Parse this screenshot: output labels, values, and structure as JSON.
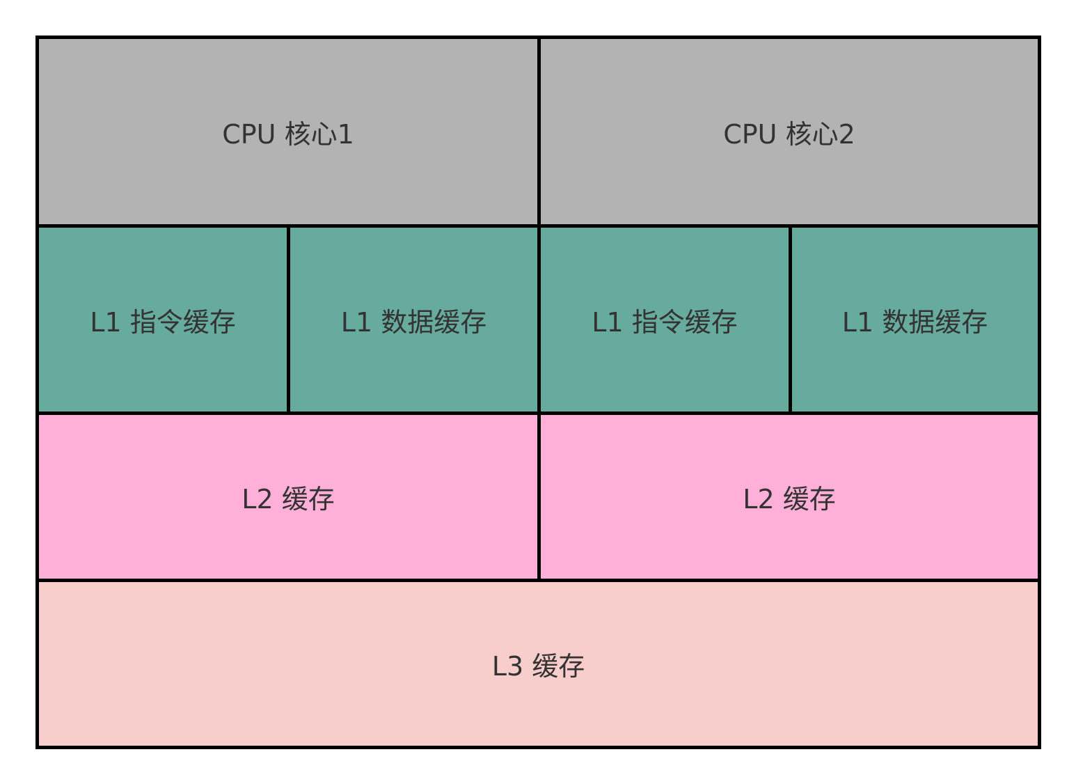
{
  "cpu_cores": [
    {
      "label": "CPU 核心1"
    },
    {
      "label": "CPU 核心2"
    }
  ],
  "l1_caches": [
    {
      "label": "L1 指令缓存"
    },
    {
      "label": "L1 数据缓存"
    },
    {
      "label": "L1 指令缓存"
    },
    {
      "label": "L1 数据缓存"
    }
  ],
  "l2_caches": [
    {
      "label": "L2 缓存"
    },
    {
      "label": "L2 缓存"
    }
  ],
  "l3_cache": {
    "label": "L3 缓存"
  },
  "colors": {
    "cpu_fill": "#b3b3b3",
    "l1_fill": "#67ab9f",
    "l2_fill": "#ffb0d8",
    "l3_fill": "#f8cecc",
    "border": "#000000",
    "text": "#333333"
  }
}
